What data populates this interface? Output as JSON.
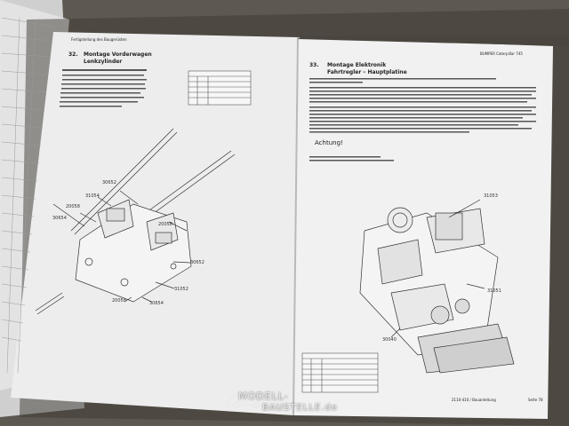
{
  "left_page": {
    "running_header": "Fertigstellung des Baugerüsten",
    "step_number": "32.",
    "step_title_line1": "Montage Vorderwagen",
    "step_title_line2": "Lenkzylinder",
    "part_labels": [
      "30652",
      "31054",
      "20058",
      "30654",
      "20058",
      "30652",
      "31052",
      "20058",
      "30654"
    ]
  },
  "right_page": {
    "running_header": "BUMPER Caterpillar 745",
    "step_number": "33.",
    "step_title_line1": "Montage Elektronik",
    "step_title_line2": "Fahrtregler – Hauptplatine",
    "warning": "Achtung!",
    "part_labels": [
      "31053",
      "31051",
      "30040"
    ],
    "footer_left": "2110-410 / Bauanleitung",
    "footer_right": "Seite 78"
  },
  "watermark": {
    "line1": "MODELL-",
    "line2": "BAUSTELLE.de"
  }
}
